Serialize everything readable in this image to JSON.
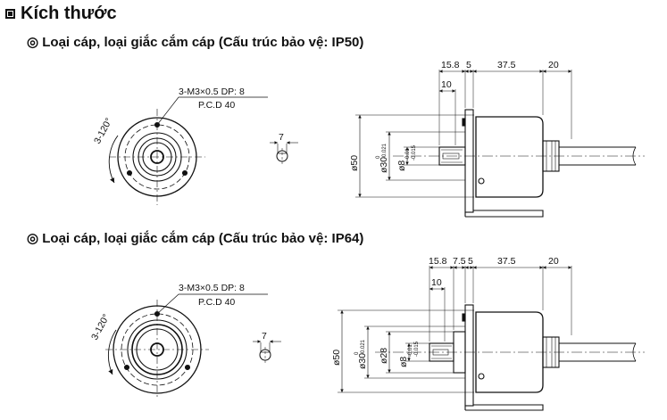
{
  "heading": {
    "icon": "filled-square-icon",
    "title": "Kích thước"
  },
  "sections": [
    {
      "title": "◎ Loại cáp, loại giắc cắm cáp (Cấu trúc bảo vệ: IP50)",
      "front": {
        "angle": "3-120°",
        "hole_spec": "3-M3×0.5 DP: 8",
        "pcd": "P.C.D 40"
      },
      "key": {
        "width": "7"
      },
      "side": {
        "dims_top": [
          "15.8",
          "5",
          "37.5",
          "20"
        ],
        "dim_shaft": "10",
        "dia_body": "ø50",
        "dia_flange": "ø30",
        "tol_flange": [
          "0",
          "-0.021"
        ],
        "dia_shaft": "ø8",
        "tol_shaft": [
          "-0.01",
          "-0.015"
        ]
      }
    },
    {
      "title": "◎ Loại cáp, loại giắc cắm cáp (Cấu trúc bảo vệ: IP64)",
      "front": {
        "angle": "3-120°",
        "hole_spec": "3-M3×0.5 DP: 8",
        "pcd": "P.C.D 40"
      },
      "key": {
        "width": "7"
      },
      "side": {
        "dims_top": [
          "15.8",
          "7.5",
          "5",
          "37.5",
          "20"
        ],
        "dim_shaft": "10",
        "dia_body": "ø50",
        "dia_flange": "ø30",
        "tol_flange": [
          "0",
          "-0.021"
        ],
        "dia_boss": "ø28",
        "dia_shaft": "ø8",
        "tol_shaft": [
          "-0.01",
          "-0.015"
        ]
      }
    }
  ]
}
